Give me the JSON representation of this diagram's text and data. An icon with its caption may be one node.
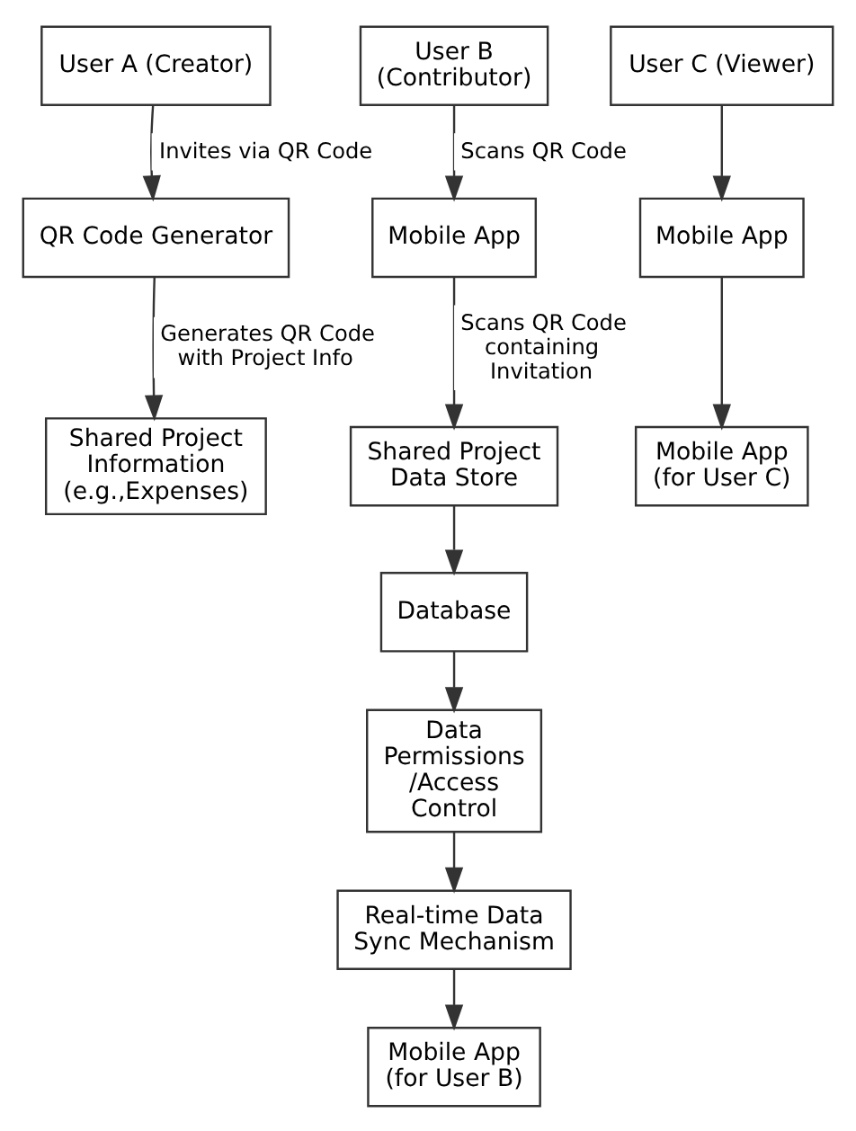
{
  "diagram": {
    "nodes": [
      {
        "text": [
          "User A (Creator)"
        ]
      },
      {
        "text": [
          "QR Code Generator"
        ]
      },
      {
        "text": [
          "Shared Project Information (e.g.,Expenses)"
        ]
      },
      {
        "text": [
          "User B (Contributor)"
        ]
      },
      {
        "text": [
          "Mobile App"
        ]
      },
      {
        "text": [
          "Shared Project Data Store"
        ]
      },
      {
        "text": [
          "Database"
        ]
      },
      {
        "text": [
          "Data Permissions /Access Control"
        ]
      },
      {
        "text": [
          "Real-time Data Sync Mechanism"
        ]
      },
      {
        "text": [
          "Mobile App (for User B)"
        ]
      },
      {
        "text": [
          "User C (Viewer)"
        ]
      },
      {
        "text": [
          "Mobile App"
        ]
      },
      {
        "text": [
          "Mobile App (for User C)"
        ]
      }
    ],
    "edges": [
      {
        "from": 0,
        "to": 1,
        "arrow": "to",
        "label": "Invites via QR Code"
      },
      {
        "from": 1,
        "to": 2,
        "arrow": "to",
        "label": "Generates QR Code with Project Info"
      },
      {
        "from": 3,
        "to": 4,
        "arrow": "to",
        "label": "Scans QR Code"
      },
      {
        "from": 4,
        "to": 5,
        "arrow": "to",
        "label": "Scans QR Code containing Invitation"
      },
      {
        "from": 5,
        "to": 6,
        "arrow": "to"
      },
      {
        "from": 6,
        "to": 7,
        "arrow": "to"
      },
      {
        "from": 7,
        "to": 8,
        "arrow": "to"
      },
      {
        "from": 8,
        "to": 9,
        "arrow": "to"
      },
      {
        "from": 10,
        "to": 11,
        "arrow": "to"
      },
      {
        "from": 11,
        "to": 12,
        "arrow": "to"
      }
    ]
  }
}
